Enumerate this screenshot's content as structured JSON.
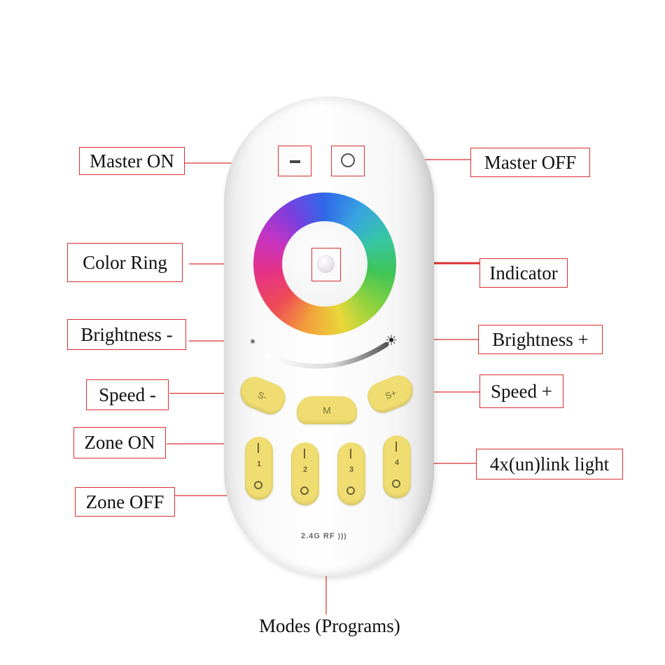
{
  "labels": {
    "master_on": "Master ON",
    "master_off": "Master OFF",
    "color_ring": "Color Ring",
    "indicator": "Indicator",
    "brightness_minus": "Brightness -",
    "brightness_plus": "Brightness +",
    "speed_minus": "Speed -",
    "speed_plus": "Speed +",
    "zone_on": "Zone ON",
    "zone_off": "Zone OFF",
    "link_light": "4x(un)link light",
    "modes": "Modes (Programs)"
  },
  "remote": {
    "speed_minus_label": "S-",
    "speed_plus_label": "S+",
    "mode_label": "M",
    "zones": [
      "1",
      "2",
      "3",
      "4"
    ],
    "rf_label": "2.4G RF"
  },
  "colors": {
    "callout_red": "#d9302f",
    "button_yellow": "#f0dd72"
  }
}
